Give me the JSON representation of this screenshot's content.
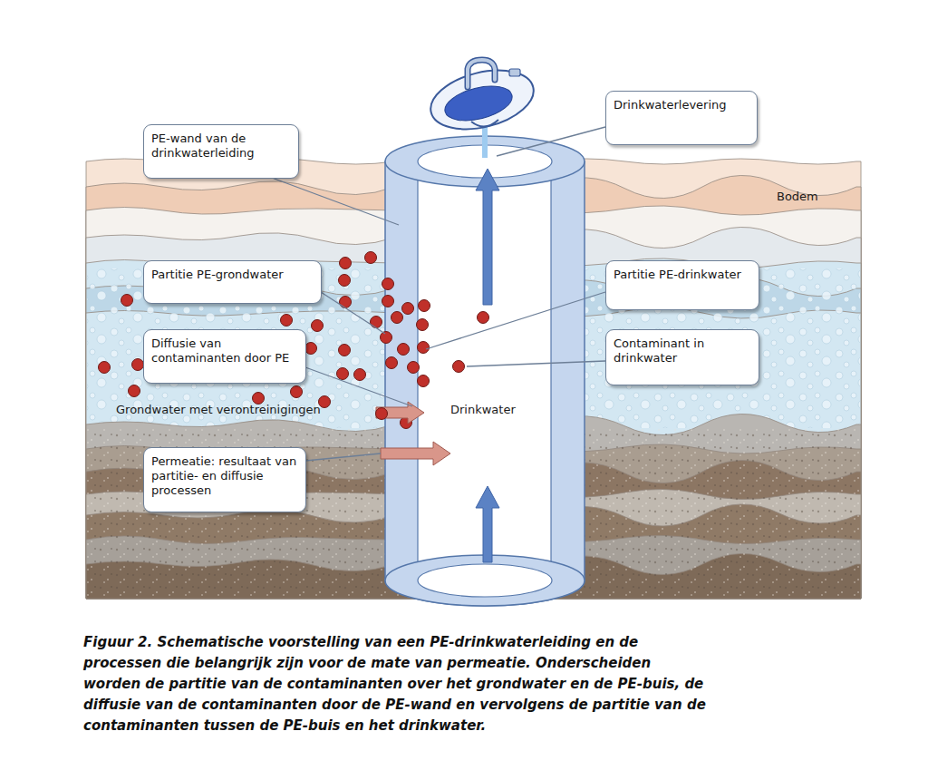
{
  "diagram": {
    "caption": "Figuur 2. Schematische voorstelling van een PE-drinkwaterleiding en de processen die belangrijk zijn voor de mate van permeatie. Onderscheiden worden de partitie van de contaminanten over het grondwater en de PE-buis, de diffusie van de contaminanten door de PE-wand en vervolgens de partitie van de contaminanten tussen de PE-buis en het drinkwater.",
    "nodes": [
      {
        "text": [
          "PE-wand van de drinkwaterleiding"
        ]
      },
      {
        "text": [
          "Drinkwaterlevering"
        ]
      },
      {
        "text": [
          "Partitie PE-grondwater"
        ]
      },
      {
        "text": [
          "Partitie PE-drinkwater"
        ]
      },
      {
        "text": [
          "Diffusie van contaminanten door PE"
        ]
      },
      {
        "text": [
          "Contaminant in drinkwater"
        ]
      },
      {
        "text": [
          "Permeatie: resultaat van partitie- en diffusie processen"
        ]
      }
    ],
    "labels": [
      "Bodem",
      "Grondwater met verontreinigingen",
      "Drinkwater"
    ]
  }
}
